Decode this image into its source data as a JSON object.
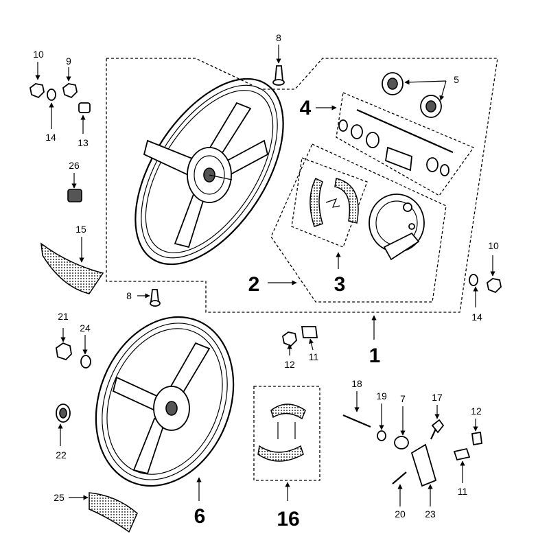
{
  "callouts": {
    "c1": "1",
    "c2": "2",
    "c3": "3",
    "c4": "4",
    "c5": "5",
    "c6": "6",
    "c7": "7",
    "c8_top": "8",
    "c8_mid": "8",
    "c9": "9",
    "c10_left": "10",
    "c10_right": "10",
    "c11_mid": "11",
    "c11_right": "11",
    "c12_mid": "12",
    "c12_right": "12",
    "c13": "13",
    "c14_left": "14",
    "c14_right": "14",
    "c15": "15",
    "c16": "16",
    "c17": "17",
    "c18": "18",
    "c19": "19",
    "c20": "20",
    "c21": "21",
    "c22": "22",
    "c23": "23",
    "c24": "24",
    "c25": "25",
    "c26": "26"
  }
}
